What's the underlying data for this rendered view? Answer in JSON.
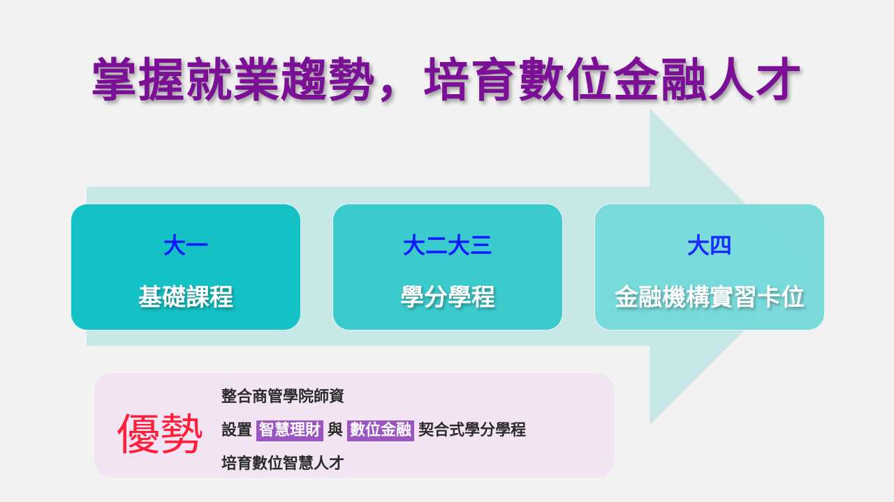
{
  "title": "掌握就業趨勢，培育數位金融人才",
  "stages": [
    {
      "year": "大一",
      "label": "基礎課程"
    },
    {
      "year": "大二大三",
      "label": "學分學程"
    },
    {
      "year": "大四",
      "label": "金融機構實習卡位"
    }
  ],
  "advantages": {
    "heading": "優勢",
    "line1": "整合商管學院師資",
    "line2": {
      "prefix": "設置",
      "highlight1": "智慧理財",
      "middle": "與",
      "highlight2": "數位金融",
      "suffix": "契合式學分學程"
    },
    "line3": "培育數位智慧人才"
  },
  "colors": {
    "background": "#f2f2f2",
    "title": "#7b0f96",
    "arrow": "#c8e8e8",
    "stage1": "#14c2c6",
    "stage2": "#3ccbcd",
    "stage3": "#72d9da",
    "year_text": "#0a1aff",
    "panel": "#f2e4f2",
    "heading": "#ff1f3a",
    "highlight": "#9a55c0"
  }
}
